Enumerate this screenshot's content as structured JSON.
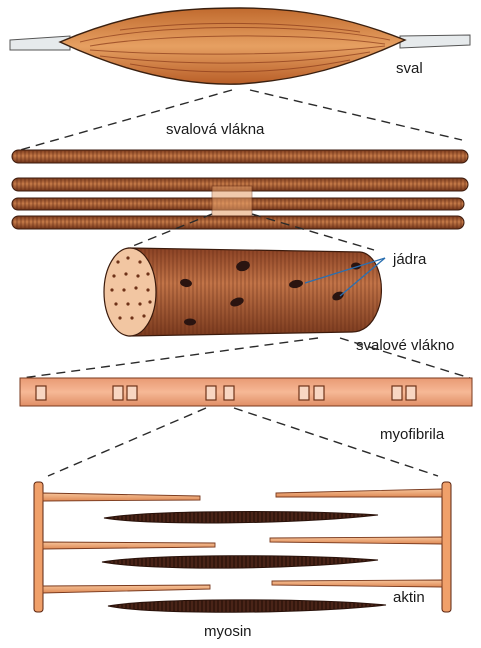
{
  "labels": {
    "muscle": "sval",
    "muscle_fibers": "svalová vlákna",
    "nuclei": "jádra",
    "muscle_fiber": "svalové vlákno",
    "myofibril": "myofibrila",
    "actin": "aktin",
    "myosin": "myosin"
  },
  "colors": {
    "muscle_body": "#d98a4a",
    "muscle_stripe": "#8a3a1a",
    "tendon": "#e8ecee",
    "fiber": "#b8683a",
    "fiber_dark": "#6e3218",
    "cylinder": "#b5643a",
    "cylinder_end": "#f3c9a6",
    "nucleus": "#2a1410",
    "myofibril": "#f0a682",
    "actin": "#f2b07e",
    "myosin": "#4a2418"
  }
}
